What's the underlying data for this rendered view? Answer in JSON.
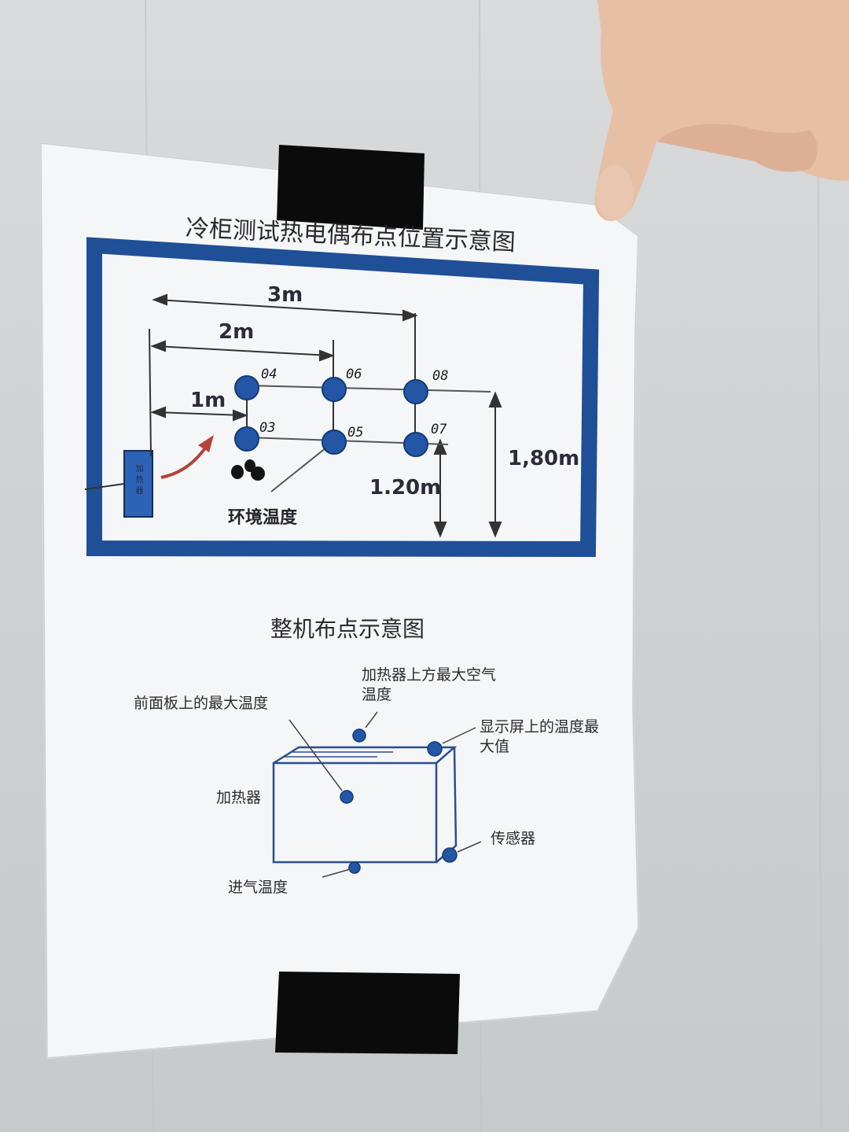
{
  "diagram_top": {
    "title": "冷柜测试热电偶布点位置示意图",
    "dimensions": {
      "d3": "3m",
      "d2": "2m",
      "d1": "1m",
      "h180": "1,80m",
      "h120": "1.20m"
    },
    "points": [
      "04",
      "06",
      "08",
      "03",
      "05",
      "07"
    ],
    "heater_label": "加热器",
    "ambient_label": "环境温度"
  },
  "diagram_bottom": {
    "title": "整机布点示意图",
    "labels": {
      "heater_top_air": "加热器上方最大空气温度",
      "front_panel_max": "前面板上的最大温度",
      "display_max": "显示屏上的温度最大值",
      "heater": "加热器",
      "sensor": "传感器",
      "inlet_temp": "进气温度"
    }
  },
  "colors": {
    "paper": "#f6f7f9",
    "frame_blue": "#1f4f96",
    "dot_blue": "#2456a6",
    "tape": "#0a0a0a",
    "wall": "#d2d5d6"
  }
}
